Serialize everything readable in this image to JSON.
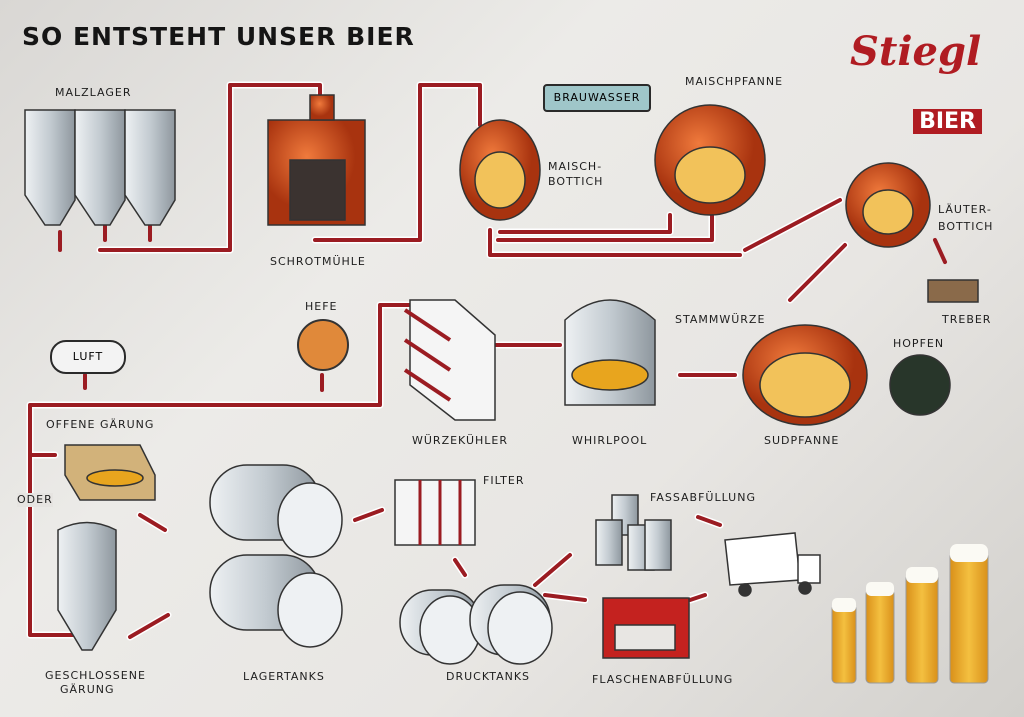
{
  "title": "SO ENTSTEHT UNSER BIER",
  "logo": {
    "brand": "Stiegl",
    "subtitle": "BIER"
  },
  "stages": {
    "malzlager": "MALZLAGER",
    "schrotmuehle": "SCHROTMÜHLE",
    "brauwasser": "BRAUWASSER",
    "maischpfanne": "MAISCHPFANNE",
    "maischbottich_1": "MAISCH-",
    "maischbottich_2": "BOTTICH",
    "laeuterbottich_1": "LÄUTER-",
    "laeuterbottich_2": "BOTTICH",
    "treber": "TREBER",
    "stammwuerze": "STAMMWÜRZE",
    "hopfen": "HOPFEN",
    "sudpfanne": "SUDPFANNE",
    "whirlpool": "WHIRLPOOL",
    "wuerzekuehler": "WÜRZEKÜHLER",
    "hefe": "HEFE",
    "luft": "LUFT",
    "offene_gaerung": "OFFENE GÄRUNG",
    "oder": "ODER",
    "geschlossene_gaerung_1": "GESCHLOSSENE",
    "geschlossene_gaerung_2": "GÄRUNG",
    "lagertanks": "LAGERTANKS",
    "filter": "FILTER",
    "drucktanks": "DRUCKTANKS",
    "fassabfuellung": "FASSABFÜLLUNG",
    "flaschenabfuellung": "FLASCHENABFÜLLUNG"
  },
  "colors": {
    "pipe": "#9b1c22",
    "copper": "#c84a1e",
    "steel": "#c9ced2",
    "beer": "#e8a51e"
  }
}
